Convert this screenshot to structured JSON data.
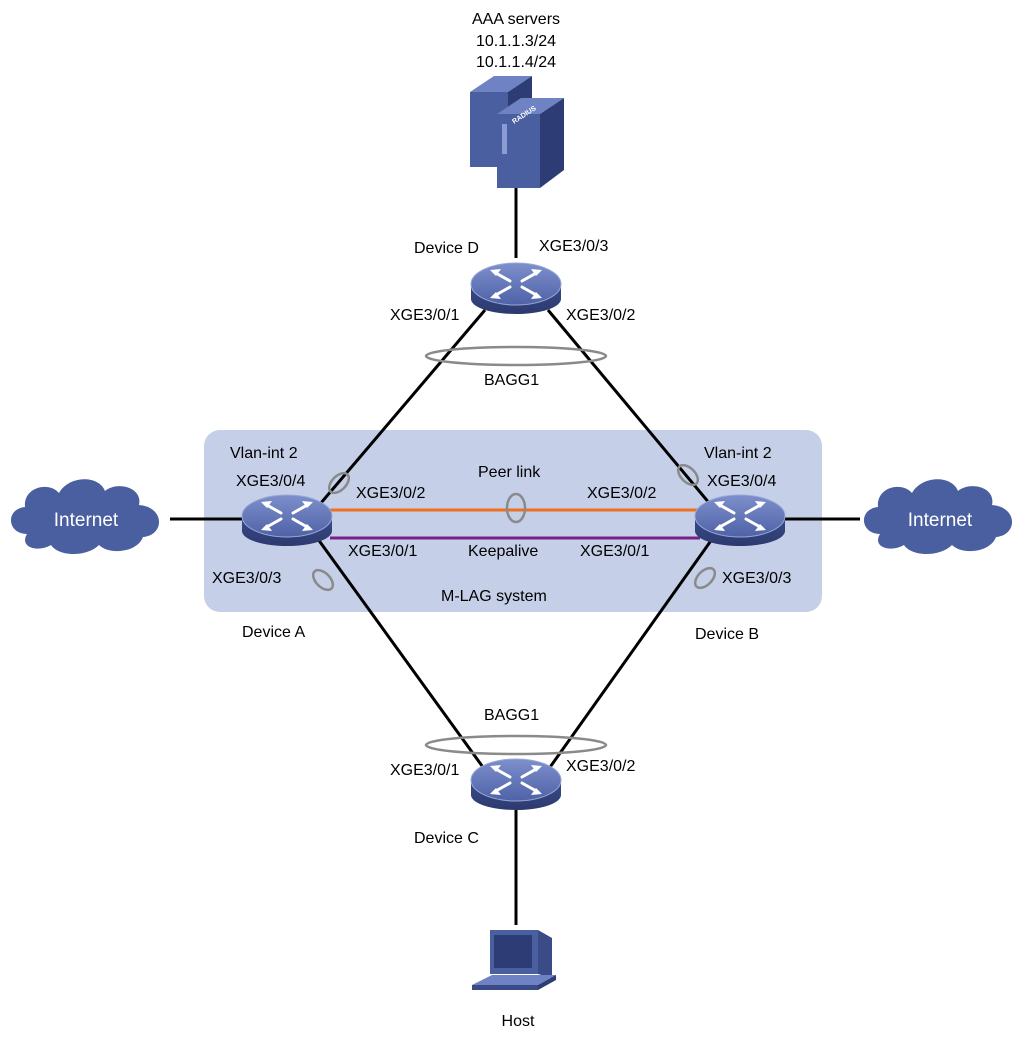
{
  "servers": {
    "title": "AAA servers",
    "ip1": "10.1.1.3/24",
    "ip2": "10.1.1.4/24",
    "badge": "RADIUS"
  },
  "devices": {
    "d": "Device D",
    "a": "Device A",
    "b": "Device B",
    "c": "Device C",
    "host": "Host"
  },
  "ports": {
    "d_up": "XGE3/0/3",
    "d_left": "XGE3/0/1",
    "d_right": "XGE3/0/2",
    "a_vlan": "Vlan-int 2",
    "a_up": "XGE3/0/4",
    "a_peer": "XGE3/0/2",
    "a_keep": "XGE3/0/1",
    "a_down": "XGE3/0/3",
    "b_vlan": "Vlan-int 2",
    "b_up": "XGE3/0/4",
    "b_peer": "XGE3/0/2",
    "b_keep": "XGE3/0/1",
    "b_down": "XGE3/0/3",
    "c_left": "XGE3/0/1",
    "c_right": "XGE3/0/2"
  },
  "links": {
    "bagg_top": "BAGG1",
    "bagg_bottom": "BAGG1",
    "peer": "Peer link",
    "keepalive": "Keepalive",
    "system": "M-LAG system"
  },
  "clouds": {
    "left": "Internet",
    "right": "Internet"
  },
  "colors": {
    "system_bg": "#c5d0e8",
    "device": "#4a5fa0",
    "cloud": "#4a5fa0",
    "peer_link": "#f07020",
    "keepalive": "#7a1f8a",
    "ring": "#8a8a8a"
  }
}
